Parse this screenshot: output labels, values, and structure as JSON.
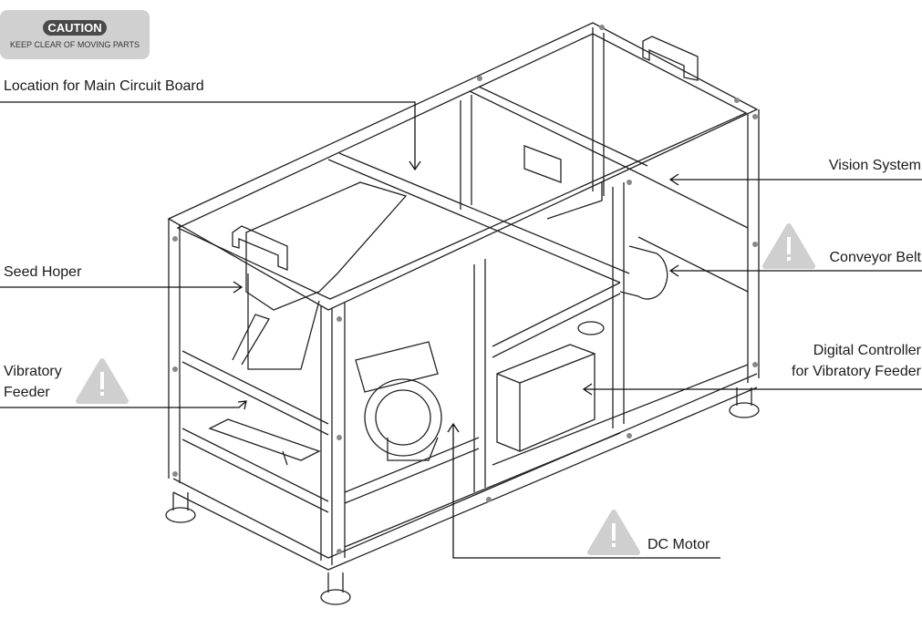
{
  "caution": {
    "title": "CAUTION",
    "subtitle": "KEEP CLEAR OF MOVING PARTS"
  },
  "labels": {
    "main_circuit_board": "Location for Main Circuit Board",
    "vision_system": "Vision System",
    "conveyor_belt": "Conveyor Belt",
    "digital_controller_line1": "Digital Controller",
    "digital_controller_line2": "for Vibratory Feeder",
    "seed_hoper": "Seed Hoper",
    "vibratory_feeder_line1": "Vibratory",
    "vibratory_feeder_line2": "Feeder",
    "dc_motor": "DC Motor"
  },
  "colors": {
    "warning": "#cfcfcf",
    "line": "#1a1a1a",
    "badge": "#4a4a4a"
  }
}
